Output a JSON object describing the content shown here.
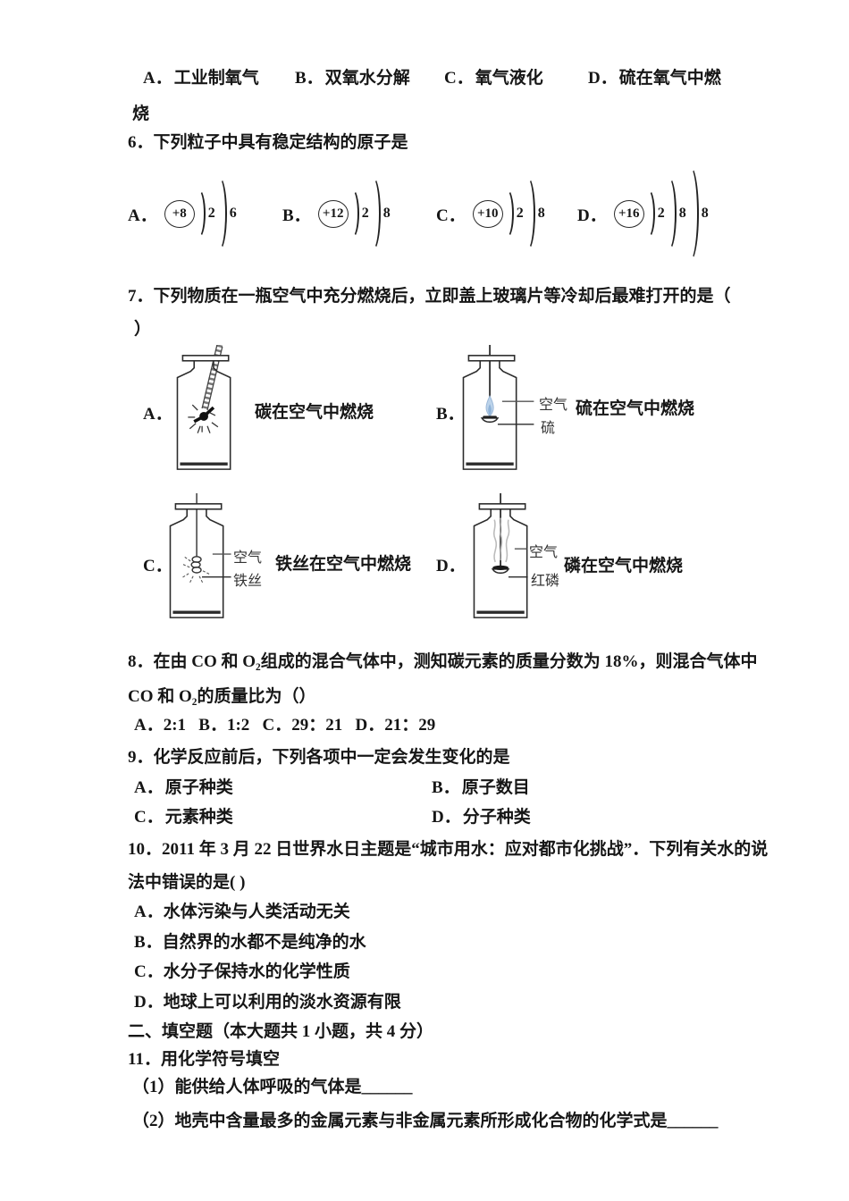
{
  "colors": {
    "text": "#161616",
    "flame_blue": "#bcd3ea",
    "flame_core": "#8fb3d8",
    "smoke_gray": "#b8b8b8"
  },
  "q5": {
    "options": [
      {
        "key": "A．",
        "text": "工业制氧气"
      },
      {
        "key": "B．",
        "text": "双氧水分解"
      },
      {
        "key": "C．",
        "text": "氧气液化"
      },
      {
        "key": "D．",
        "text": "硫在氧气中燃"
      }
    ],
    "overflow": "烧"
  },
  "q6": {
    "stem": "6．下列粒子中具有稳定结构的原子是",
    "options": [
      {
        "key": "A．",
        "nucleus": "+8",
        "shells": [
          "2",
          "6"
        ]
      },
      {
        "key": "B．",
        "nucleus": "+12",
        "shells": [
          "2",
          "8"
        ]
      },
      {
        "key": "C．",
        "nucleus": "+10",
        "shells": [
          "2",
          "8"
        ]
      },
      {
        "key": "D．",
        "nucleus": "+16",
        "shells": [
          "2",
          "8",
          "8"
        ]
      }
    ]
  },
  "q7": {
    "stem_line1": "7．下列物质在一瓶空气中充分燃烧后，立即盖上玻璃片等冷却后最难打开的是（",
    "stem_line2": "）",
    "fig_a": {
      "key": "A．",
      "caption": "碳在空气中燃烧"
    },
    "fig_b": {
      "key": "B．",
      "caption": "硫在空气中燃烧",
      "label_air": "空气",
      "label_substance": "硫"
    },
    "fig_c": {
      "key": "C．",
      "caption": "铁丝在空气中燃烧",
      "label_air": "空气",
      "label_substance": "铁丝"
    },
    "fig_d": {
      "key": "D．",
      "caption": "磷在空气中燃烧",
      "label_air": "空气",
      "label_substance": "红磷"
    }
  },
  "q8": {
    "stem_line1": "8．在由 CO 和 O₂组成的混合气体中，测知碳元素的质量分数为 18%，则混合气体中",
    "stem_line2": "CO 和 O₂的质量比为（）",
    "options_line": "A．2:1   B．1:2   C．29：21   D．21：29"
  },
  "q9": {
    "stem": "9．化学反应前后，下列各项中一定会发生变化的是",
    "options": [
      {
        "key": "A．",
        "text": "原子种类"
      },
      {
        "key": "B．",
        "text": "原子数目"
      },
      {
        "key": "C．",
        "text": "元素种类"
      },
      {
        "key": "D．",
        "text": "分子种类"
      }
    ]
  },
  "q10": {
    "stem_line1": "10．2011 年 3 月 22 日世界水日主题是“城市用水：应对都市化挑战”．下列有关水的说",
    "stem_line2": "法中错误的是( )",
    "options": [
      "A．水体污染与人类活动无关",
      "B．自然界的水都不是纯净的水",
      "C．水分子保持水的化学性质",
      "D．地球上可以利用的淡水资源有限"
    ]
  },
  "section2_title": "二、填空题（本大题共 1 小题，共 4 分）",
  "q11": {
    "stem": "11．用化学符号填空",
    "blank1": "（1）能供给人体呼吸的气体是______",
    "blank2": "（2）地壳中含量最多的金属元素与非金属元素所形成化合物的化学式是______"
  }
}
